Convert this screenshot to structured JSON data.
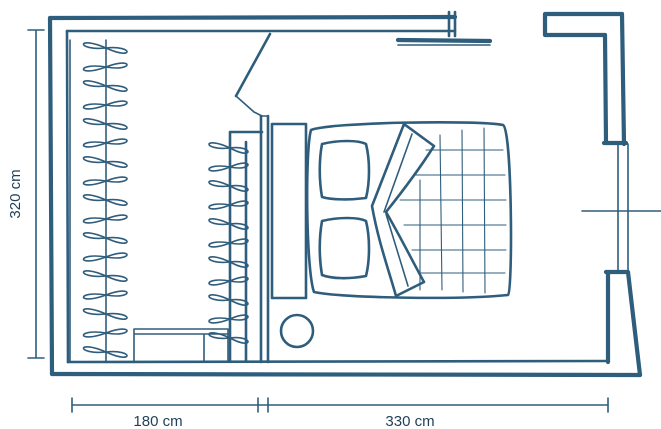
{
  "dimensions": {
    "height_label": "320 cm",
    "width_left_label": "180 cm",
    "width_right_label": "330 cm"
  },
  "colors": {
    "ink": "#2f5d7c",
    "paper": "#ffffff"
  }
}
